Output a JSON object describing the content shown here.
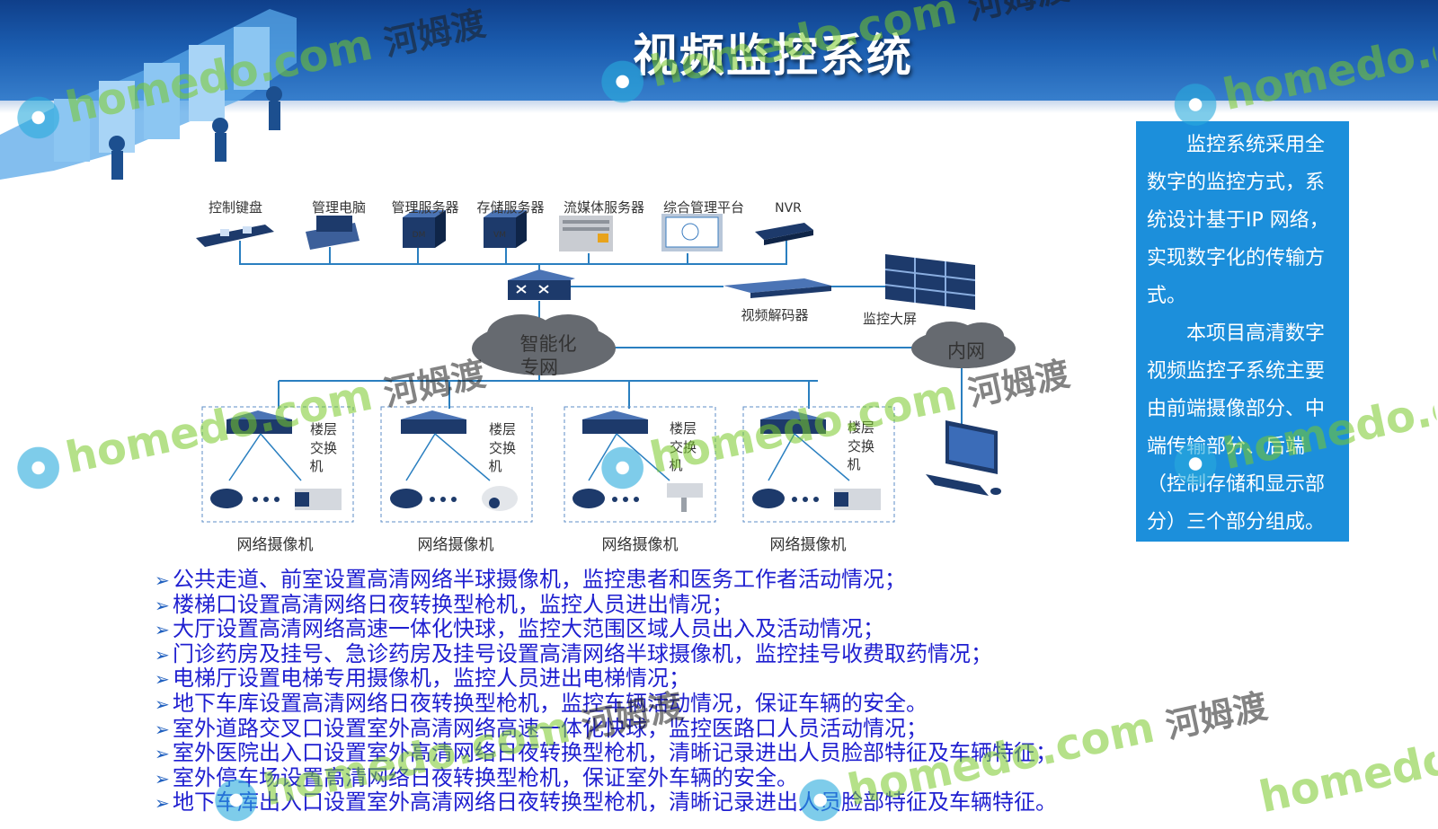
{
  "title": "视频监控系统",
  "devices": [
    {
      "label": "控制键盘"
    },
    {
      "label": "管理电脑"
    },
    {
      "label": "管理服务器",
      "badge": "DM"
    },
    {
      "label": "存储服务器",
      "badge": "VM"
    },
    {
      "label": "流媒体服务器"
    },
    {
      "label": "综合管理平台"
    },
    {
      "label": "NVR"
    }
  ],
  "decoder_label": "视频解码器",
  "video_wall_label": "监控大屏",
  "cloud_private_lines": [
    "智能化",
    "专网"
  ],
  "cloud_intranet": "内网",
  "floor_switch_lines": [
    "楼层",
    "交换",
    "机"
  ],
  "camera_group_label": "网络摄像机",
  "side_text": {
    "para1": "监控系统采用全数字的监控方式，系统设计基于IP 网络，实现数字化的传输方式。",
    "para2": "本项目高清数字视频监控子系统主要由前端摄像部分、中端传输部分、后端（控制存储和显示部分）三个部分组成。"
  },
  "bullets": [
    "公共走道、前室设置高清网络半球摄像机，监控患者和医务工作者活动情况；",
    "楼梯口设置高清网络日夜转换型枪机，监控人员进出情况；",
    "大厅设置高清网络高速一体化快球，监控大范围区域人员出入及活动情况；",
    "门诊药房及挂号、急诊药房及挂号设置高清网络半球摄像机，监控挂号收费取药情况；",
    "电梯厅设置电梯专用摄像机，监控人员进出电梯情况；",
    "地下车库设置高清网络日夜转换型枪机，监控车辆活动情况，保证车辆的安全。",
    "室外道路交叉口设置室外高清网络高速一体化快球，监控医路口人员活动情况；",
    "室外医院出入口设置室外高清网络日夜转换型枪机，清晰记录进出人员脸部特征及车辆特征；",
    "室外停车场设置高清网络日夜转换型枪机，保证室外车辆的安全。",
    "地下车库出入口设置室外高清网络日夜转换型枪机，清晰记录进出人员脸部特征及车辆特征。"
  ],
  "watermark": {
    "brand": "homedo.com",
    "cn": "河姆渡"
  },
  "colors": {
    "header": "#1b5db0",
    "side_box": "#1c8fdb",
    "bullet_text": "#1f1fd0",
    "line": "#2a7fc0"
  }
}
